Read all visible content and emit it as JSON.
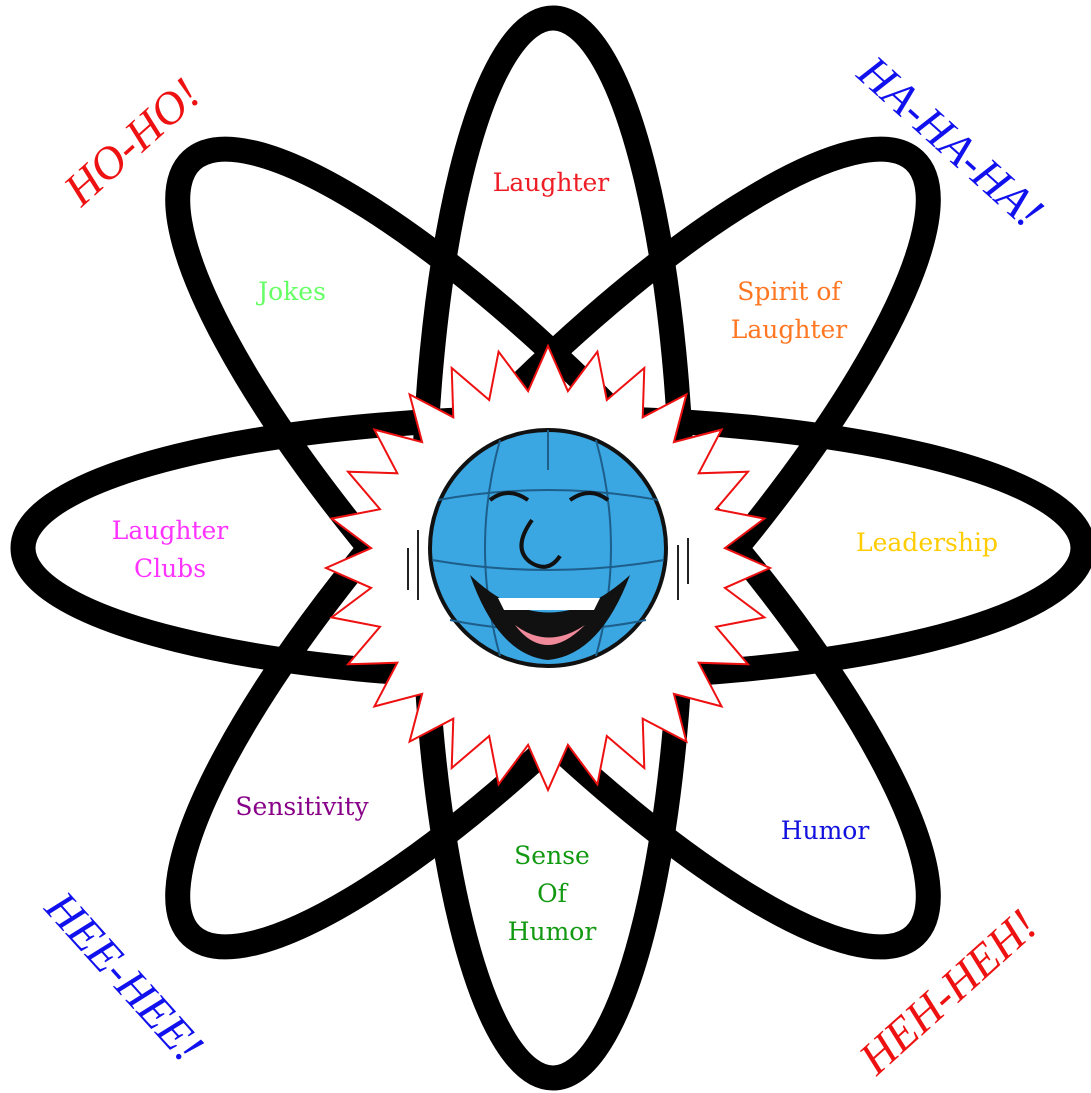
{
  "labels": {
    "laughter": "Laughter",
    "jokes": "Jokes",
    "spirit": "Spirit of\nLaughter",
    "clubs": "Laughter\nClubs",
    "leadership": "Leadership",
    "sensitivity": "Sensitivity",
    "sense": "Sense\nOf\nHumor",
    "humor": "Humor"
  },
  "exclamations": {
    "hoho": "HO-HO!",
    "hahaha": "HA-HA-HA!",
    "heehee": "HEE-HEE!",
    "hehheh": "HEH-HEH!"
  },
  "colors": {
    "laughter": "#ee1c24",
    "jokes": "#66ff66",
    "spirit": "#ff7722",
    "clubs": "#ff33ff",
    "leadership": "#ffcc00",
    "sensitivity": "#880088",
    "sense": "#119911",
    "humor": "#1111dd",
    "red_exclaim": "#ee1111",
    "blue_exclaim": "#1111ee",
    "orbit": "#000000",
    "starburst_outline": "#ee1111",
    "globe": "#3aa6e2"
  },
  "icons": {
    "center": "laughing-globe-icon"
  }
}
